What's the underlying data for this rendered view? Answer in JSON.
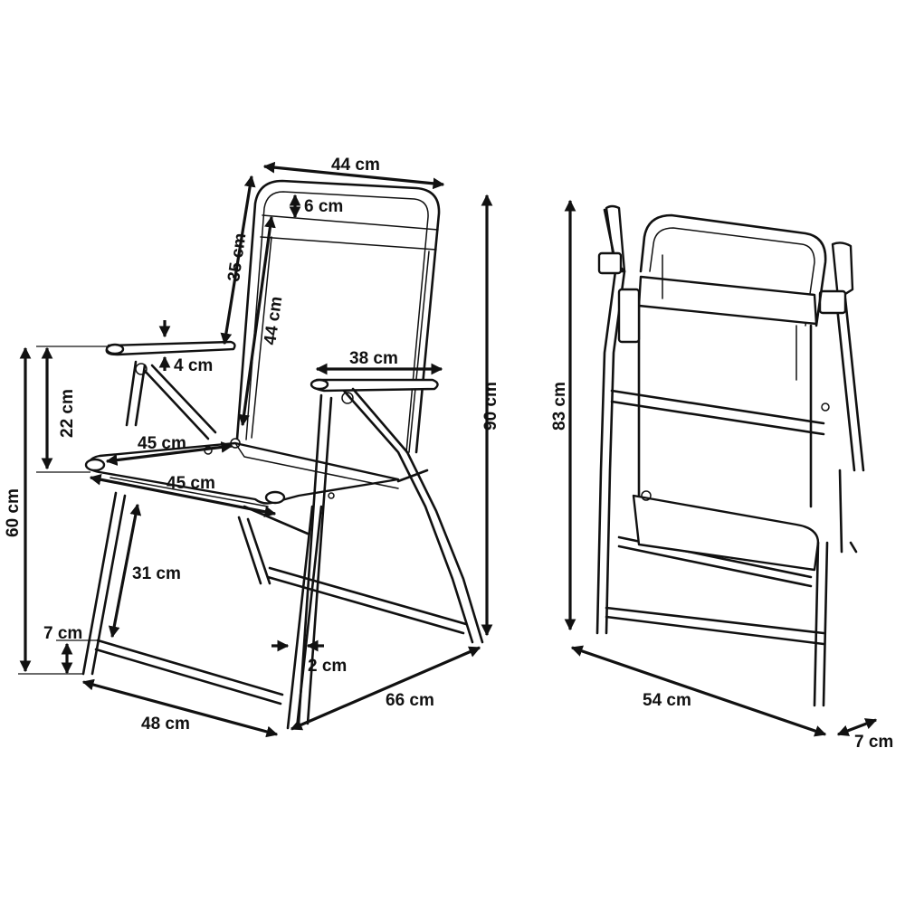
{
  "dimensions": {
    "top_width": "44 cm",
    "headrest_band": "6 cm",
    "back_height_outer": "35 cm",
    "back_height_inner": "44 cm",
    "armrest_thickness": "4 cm",
    "armrest_length": "38 cm",
    "armrest_height": "22 cm",
    "seat_width": "45 cm",
    "seat_depth": "45 cm",
    "seat_height": "60 cm",
    "total_height": "90 cm",
    "leg_height": "31 cm",
    "foot_height": "7 cm",
    "tube_width": "2 cm",
    "base_depth": "66 cm",
    "base_width": "48 cm",
    "folded_height": "83 cm",
    "folded_width": "54 cm",
    "folded_depth": "7 cm"
  },
  "colors": {
    "line": "#111111",
    "background": "#ffffff"
  }
}
